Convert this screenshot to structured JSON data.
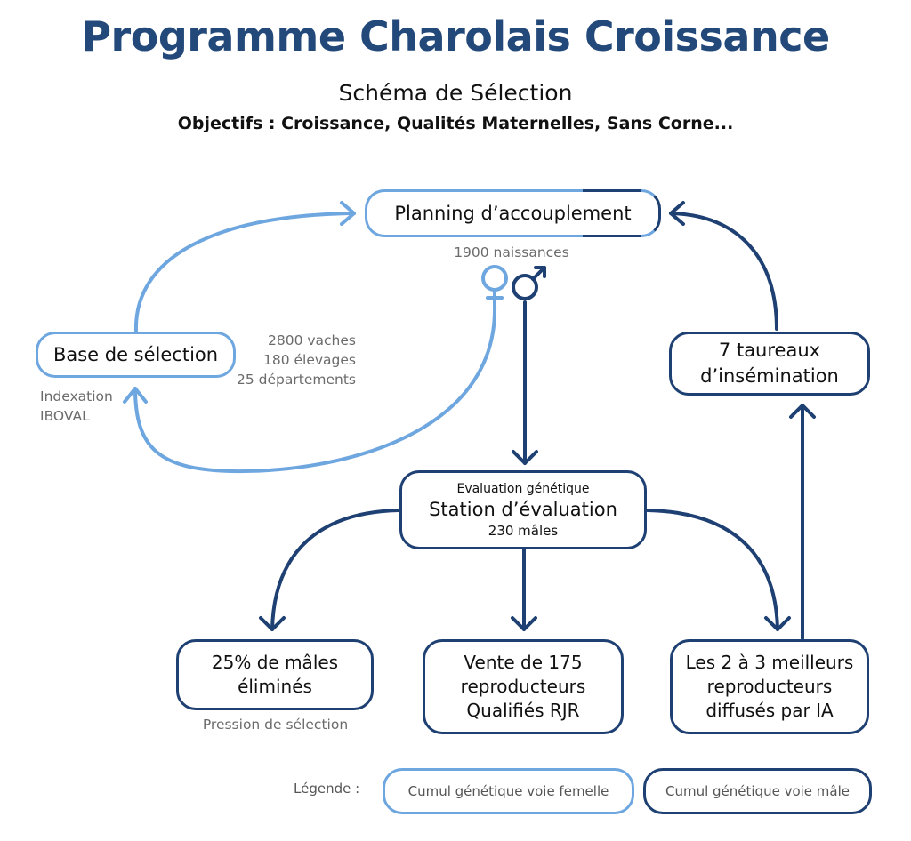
{
  "header": {
    "title": "Programme Charolais Croissance",
    "subtitle": "Schéma de Sélection",
    "objectives": "Objectifs : Croissance, Qualités Maternelles, Sans Corne..."
  },
  "nodes": {
    "planning": "Planning d’accouplement",
    "base": "Base de sélection",
    "taureaux": [
      "7 taureaux",
      "d’insémination"
    ],
    "evaluation": {
      "header": "Evaluation génétique",
      "title": "Station d’évaluation",
      "count": "230 mâles"
    },
    "elimines": [
      "25% de mâles",
      "éliminés"
    ],
    "vente": [
      "Vente de 175",
      "reproducteurs",
      "Qualifiés RJR"
    ],
    "meilleurs": [
      "Les 2 à 3 meilleurs",
      "reproducteurs",
      "diffusés par IA"
    ]
  },
  "annotations": {
    "naissances": "1900 naissances",
    "base_stats": [
      "2800 vaches",
      "180 élevages",
      "25 départements"
    ],
    "indexation": [
      "Indexation",
      "IBOVAL"
    ],
    "pression": "Pression de sélection"
  },
  "legend": {
    "label": "Légende :",
    "female": "Cumul génétique voie femelle",
    "male": "Cumul génétique voie mâle"
  },
  "colors": {
    "title": "#23497a",
    "female_line": "#6ea6df",
    "male_line": "#1e4072"
  },
  "icons": [
    "female-symbol-icon",
    "male-symbol-icon"
  ]
}
